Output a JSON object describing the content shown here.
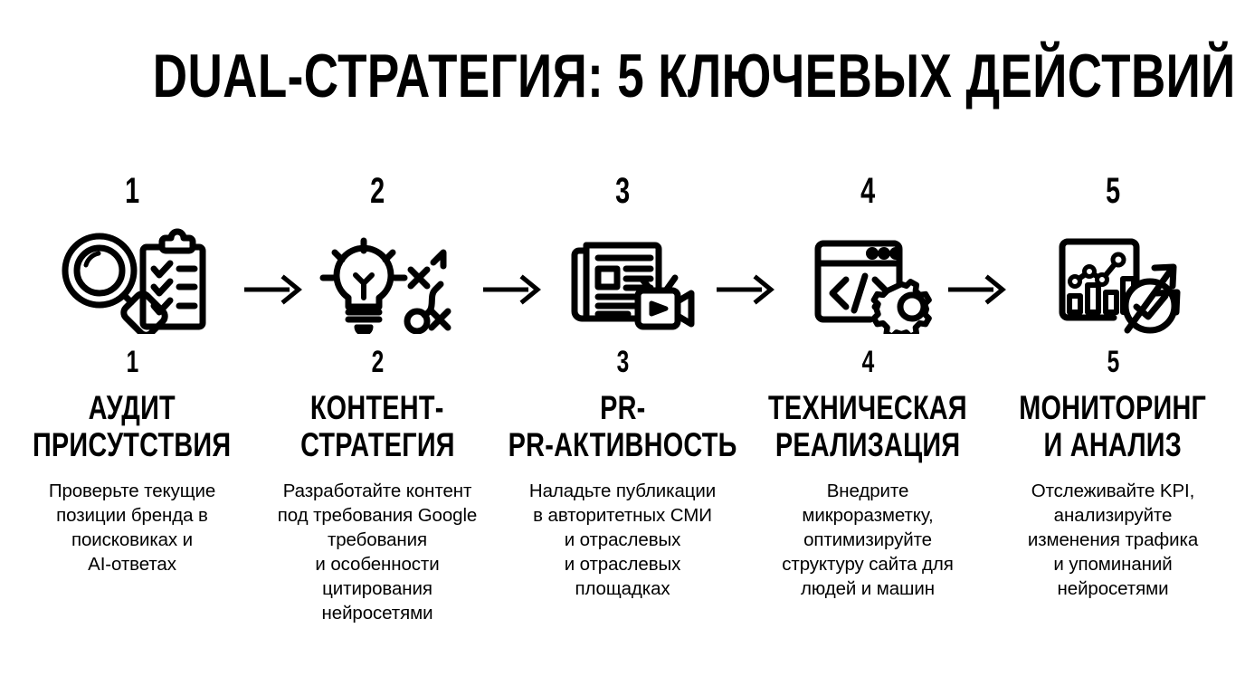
{
  "title": "DUAL-СТРАТЕГИЯ: 5 КЛЮЧЕВЫХ ДЕЙСТВИЙ",
  "theme": {
    "background": "#ffffff",
    "ink": "#000000"
  },
  "steps": [
    {
      "number_top": "1",
      "number_bottom": "1",
      "icon": "magnifier-clipboard-icon",
      "heading_line1": "АУДИТ",
      "heading_line2": "ПРИСУТСТВИЯ",
      "description": "Проверьте текущие\nпозиции бренда в\nпоисковиках и\nAI-ответах"
    },
    {
      "number_top": "2",
      "number_bottom": "2",
      "icon": "lightbulb-strategy-icon",
      "heading_line1": "КОНТЕНТ-",
      "heading_line2": "СТРАТЕГИЯ",
      "description": "Разработайте контент\nпод требования Google\nтребования\nи особенности\nцитирования\nнейросетями"
    },
    {
      "number_top": "3",
      "number_bottom": "3",
      "icon": "newspaper-video-icon",
      "heading_line1": "PR-",
      "heading_line2": "PR-АКТИВНОСТЬ",
      "description": "Наладьте публикации\nв авторитетных СМИ\nи отраслевых\nи отраслевых\nплощадках"
    },
    {
      "number_top": "4",
      "number_bottom": "4",
      "icon": "code-window-gear-icon",
      "heading_line1": "ТЕХНИЧЕСКАЯ",
      "heading_line2": "РЕАЛИЗАЦИЯ",
      "description": "Внедрите\nмикроразметку,\nоптимизируйте\nструктуру сайта для\nлюдей и машин"
    },
    {
      "number_top": "5",
      "number_bottom": "5",
      "icon": "analytics-chart-trend-icon",
      "heading_line1": "МОНИТОРИНГ",
      "heading_line2": "И АНАЛИЗ",
      "description": "Отслеживайте KPI,\nанализируйте\nизменения трафика\nи упоминаний\nнейросетями"
    }
  ],
  "connectors": [
    {
      "icon": "arrow-right-icon"
    },
    {
      "icon": "arrow-right-icon"
    },
    {
      "icon": "arrow-right-icon"
    },
    {
      "icon": "arrow-right-icon"
    }
  ]
}
